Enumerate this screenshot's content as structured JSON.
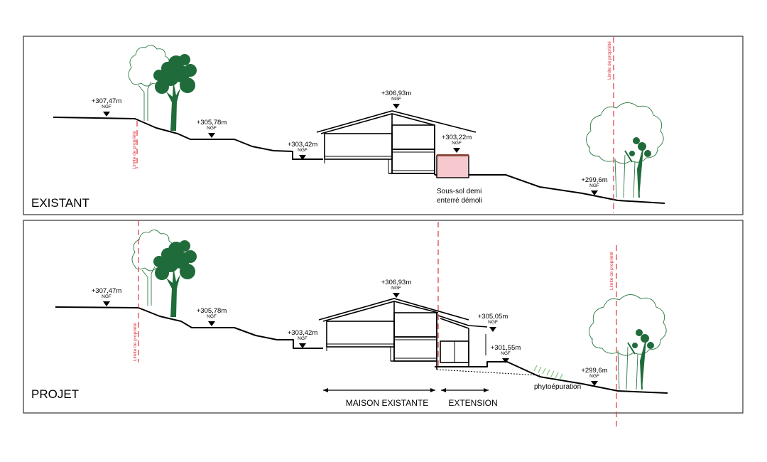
{
  "panels": [
    {
      "title": "EXISTANT",
      "elevations": [
        {
          "value": "+307,47m",
          "unit": "NGF"
        },
        {
          "value": "+305,78m",
          "unit": "NGF"
        },
        {
          "value": "+303,42m",
          "unit": "NGF"
        },
        {
          "value": "+306,93m",
          "unit": "NGF"
        },
        {
          "value": "+303,22m",
          "unit": "NGF"
        },
        {
          "value": "+299,6m",
          "unit": "NGF"
        }
      ],
      "property_label": "Limite de propriété",
      "note_lines": [
        "Sous-sol demi",
        "enterré démoli"
      ]
    },
    {
      "title": "PROJET",
      "elevations": [
        {
          "value": "+307,47m",
          "unit": "NGF"
        },
        {
          "value": "+305,78m",
          "unit": "NGF"
        },
        {
          "value": "+303,42m",
          "unit": "NGF"
        },
        {
          "value": "+306,93m",
          "unit": "NGF"
        },
        {
          "value": "+305,05m",
          "unit": "NGF"
        },
        {
          "value": "+301,55m",
          "unit": "NGF"
        },
        {
          "value": "+299,6m",
          "unit": "NGF"
        }
      ],
      "property_label": "Limite de propriété",
      "phyto_label": "phytoépuration",
      "dimension_labels": [
        "MAISON EXISTANTE",
        "EXTENSION"
      ]
    }
  ],
  "colors": {
    "property_line": "#e0363b",
    "demolished_fill": "#f6c9cf",
    "tree": "#1f6b3a",
    "phyto": "#7cc47c"
  }
}
